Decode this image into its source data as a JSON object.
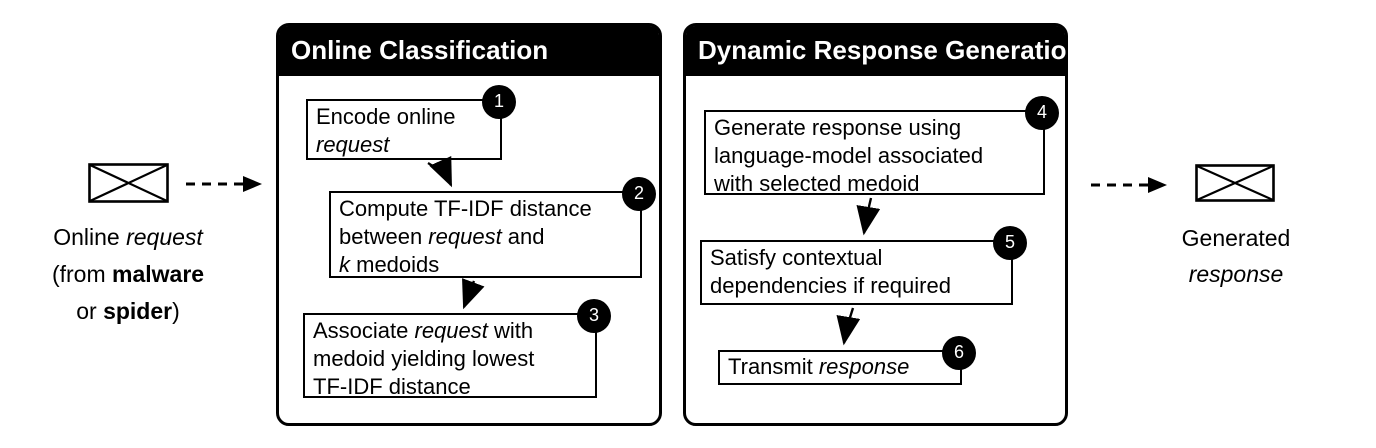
{
  "figure": {
    "colors": {
      "ink": "#000000",
      "paper": "#ffffff"
    },
    "icons": {
      "input": "envelope-icon",
      "output": "envelope-icon",
      "io_flow": "dashed-arrow-icon",
      "step_flow": "arrow-icon"
    },
    "input": {
      "line1_normal": "Online ",
      "line1_italic": "request",
      "line2_normal": "(from ",
      "line2_bold": "malware",
      "line3_normal": "or ",
      "line3_bold": "spider",
      "line3_suffix": ")"
    },
    "output": {
      "line1": "Generated",
      "line2_italic": "response"
    },
    "panel_classification": {
      "title": "Online Classification",
      "step1": {
        "badge": "1",
        "line1": "Encode online",
        "line2_italic": "request"
      },
      "step2": {
        "badge": "2",
        "line1": "Compute TF-IDF distance",
        "line2_pre": "between ",
        "line2_italic": "request",
        "line2_post": " and",
        "line3_italic": "k",
        "line3_post": " medoids"
      },
      "step3": {
        "badge": "3",
        "line1_pre": "Associate ",
        "line1_italic": "request",
        "line1_post": " with",
        "line2": "medoid yielding lowest",
        "line3": "TF-IDF distance"
      }
    },
    "panel_generation": {
      "title": "Dynamic Response Generation",
      "step4": {
        "badge": "4",
        "line1": "Generate response using",
        "line2": "language-model associated",
        "line3": "with selected medoid"
      },
      "step5": {
        "badge": "5",
        "line1": "Satisfy contextual",
        "line2": "dependencies if required"
      },
      "step6": {
        "badge": "6",
        "line1_pre": "Transmit ",
        "line1_italic": "response"
      }
    }
  }
}
